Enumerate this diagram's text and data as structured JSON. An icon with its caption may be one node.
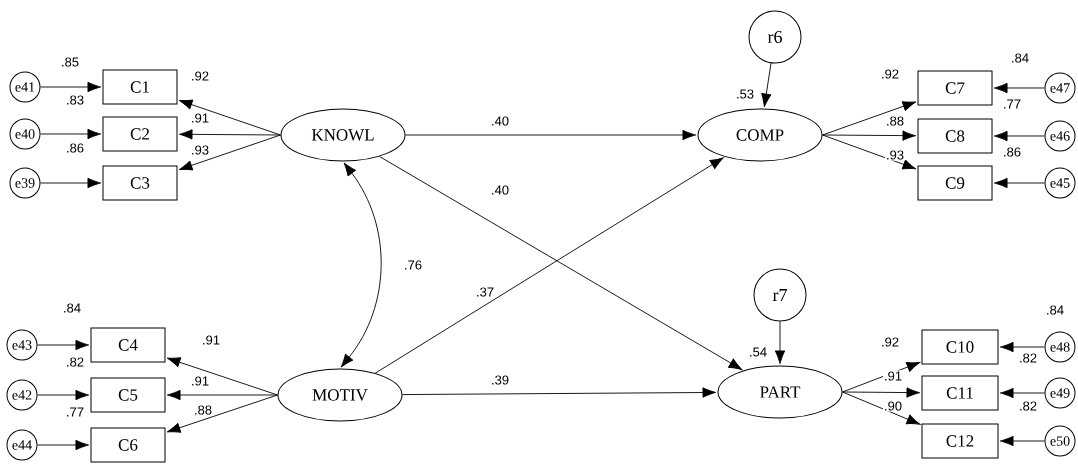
{
  "diagram": {
    "nodes": [
      {
        "text": [
          "KNOWL"
        ]
      },
      {
        "text": [
          "MOTIV"
        ]
      },
      {
        "text": [
          "COMP"
        ],
        "beside": [
          ".53"
        ]
      },
      {
        "text": [
          "PART"
        ],
        "beside": [
          ".54"
        ]
      },
      {
        "text": [
          "r6"
        ]
      },
      {
        "text": [
          "r7"
        ]
      },
      {
        "text": [
          "C1"
        ]
      },
      {
        "text": [
          "C2"
        ]
      },
      {
        "text": [
          "C3"
        ]
      },
      {
        "text": [
          "C4"
        ]
      },
      {
        "text": [
          "C5"
        ]
      },
      {
        "text": [
          "C6"
        ]
      },
      {
        "text": [
          "C7"
        ]
      },
      {
        "text": [
          "C8"
        ]
      },
      {
        "text": [
          "C9"
        ]
      },
      {
        "text": [
          "C10"
        ]
      },
      {
        "text": [
          "C11"
        ]
      },
      {
        "text": [
          "C12"
        ]
      },
      {
        "text": [
          "e41"
        ]
      },
      {
        "text": [
          "e40"
        ]
      },
      {
        "text": [
          "e39"
        ]
      },
      {
        "text": [
          "e43"
        ]
      },
      {
        "text": [
          "e42"
        ]
      },
      {
        "text": [
          "e44"
        ]
      },
      {
        "text": [
          "e47"
        ]
      },
      {
        "text": [
          "e46"
        ]
      },
      {
        "text": [
          "e45"
        ]
      },
      {
        "text": [
          "e48"
        ]
      },
      {
        "text": [
          "e49"
        ]
      },
      {
        "text": [
          "e50"
        ]
      }
    ],
    "edges": [
      {
        "from": 0,
        "to": 6,
        "arrow": "to",
        "label": ".92"
      },
      {
        "from": 0,
        "to": 7,
        "arrow": "to",
        "label": ".91"
      },
      {
        "from": 0,
        "to": 8,
        "arrow": "to",
        "label": ".93"
      },
      {
        "from": 1,
        "to": 9,
        "arrow": "to",
        "label": ".91"
      },
      {
        "from": 1,
        "to": 10,
        "arrow": "to",
        "label": ".91"
      },
      {
        "from": 1,
        "to": 11,
        "arrow": "to",
        "label": ".88"
      },
      {
        "from": 2,
        "to": 12,
        "arrow": "to",
        "label": ".92"
      },
      {
        "from": 2,
        "to": 13,
        "arrow": "to",
        "label": ".88"
      },
      {
        "from": 2,
        "to": 14,
        "arrow": "to",
        "label": ".93"
      },
      {
        "from": 3,
        "to": 15,
        "arrow": "to",
        "label": ".92"
      },
      {
        "from": 3,
        "to": 16,
        "arrow": "to",
        "label": ".91"
      },
      {
        "from": 3,
        "to": 17,
        "arrow": "to",
        "label": ".90"
      },
      {
        "from": 0,
        "to": 2,
        "arrow": "to",
        "label": ".40"
      },
      {
        "from": 0,
        "to": 3,
        "arrow": "to",
        "label": ".40"
      },
      {
        "from": 1,
        "to": 2,
        "arrow": "to",
        "label": ".37"
      },
      {
        "from": 1,
        "to": 3,
        "arrow": "to",
        "label": ".39"
      },
      {
        "from": 0,
        "to": 1,
        "arrow": "both",
        "label": ".76"
      },
      {
        "from": 4,
        "to": 2,
        "arrow": "to"
      },
      {
        "from": 5,
        "to": 3,
        "arrow": "to"
      },
      {
        "from": 18,
        "to": 6,
        "arrow": "to"
      },
      {
        "from": 19,
        "to": 7,
        "arrow": "to"
      },
      {
        "from": 20,
        "to": 8,
        "arrow": "to"
      },
      {
        "from": 21,
        "to": 9,
        "arrow": "to"
      },
      {
        "from": 22,
        "to": 10,
        "arrow": "to"
      },
      {
        "from": 23,
        "to": 11,
        "arrow": "to"
      },
      {
        "from": 24,
        "to": 12,
        "arrow": "to"
      },
      {
        "from": 25,
        "to": 13,
        "arrow": "to"
      },
      {
        "from": 26,
        "to": 14,
        "arrow": "to"
      },
      {
        "from": 27,
        "to": 15,
        "arrow": "to"
      },
      {
        "from": 28,
        "to": 16,
        "arrow": "to"
      },
      {
        "from": 29,
        "to": 17,
        "arrow": "to"
      }
    ],
    "labels": [
      ".85",
      ".83",
      ".86",
      ".84",
      ".82",
      ".77",
      ".84",
      ".77",
      ".86",
      ".84",
      ".82",
      ".82"
    ]
  }
}
